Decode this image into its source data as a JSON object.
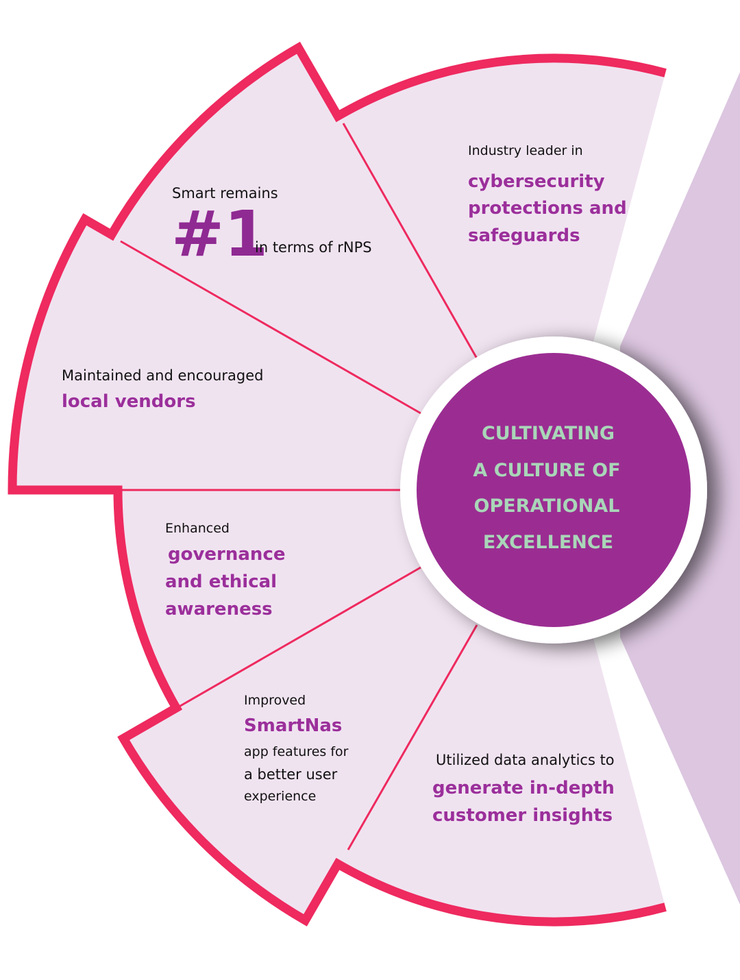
{
  "center": {
    "lines": [
      "CULTIVATING",
      "A CULTURE OF",
      "OPERATIONAL",
      "EXCELLENCE"
    ]
  },
  "segments": {
    "cyber": {
      "intro": "Industry leader in",
      "highlight": [
        "cybersecurity",
        "protections and",
        "safeguards"
      ]
    },
    "rnps": {
      "intro": "Smart remains",
      "rank": "#1",
      "suffix": "in terms of rNPS"
    },
    "vendors": {
      "intro": "Maintained and encouraged",
      "highlight": [
        "local vendors"
      ]
    },
    "governance": {
      "intro": "Enhanced",
      "highlight": [
        "governance",
        "and ethical",
        "awareness"
      ]
    },
    "smartnas": {
      "intro": "Improved",
      "highlight": [
        "SmartNas"
      ],
      "outro": [
        "app features for",
        "a better user",
        "experience"
      ]
    },
    "analytics": {
      "intro": "Utilized data analytics to",
      "highlight": [
        "generate in-depth",
        "customer insights"
      ]
    }
  },
  "colors": {
    "border": "#ee2a5f",
    "segment_fill": "#f0e3f0",
    "backdrop": "#dcc6e0",
    "center_fill": "#9b2d92",
    "center_text": "#a9d6b8",
    "highlight_text": "#9b2f9b"
  }
}
